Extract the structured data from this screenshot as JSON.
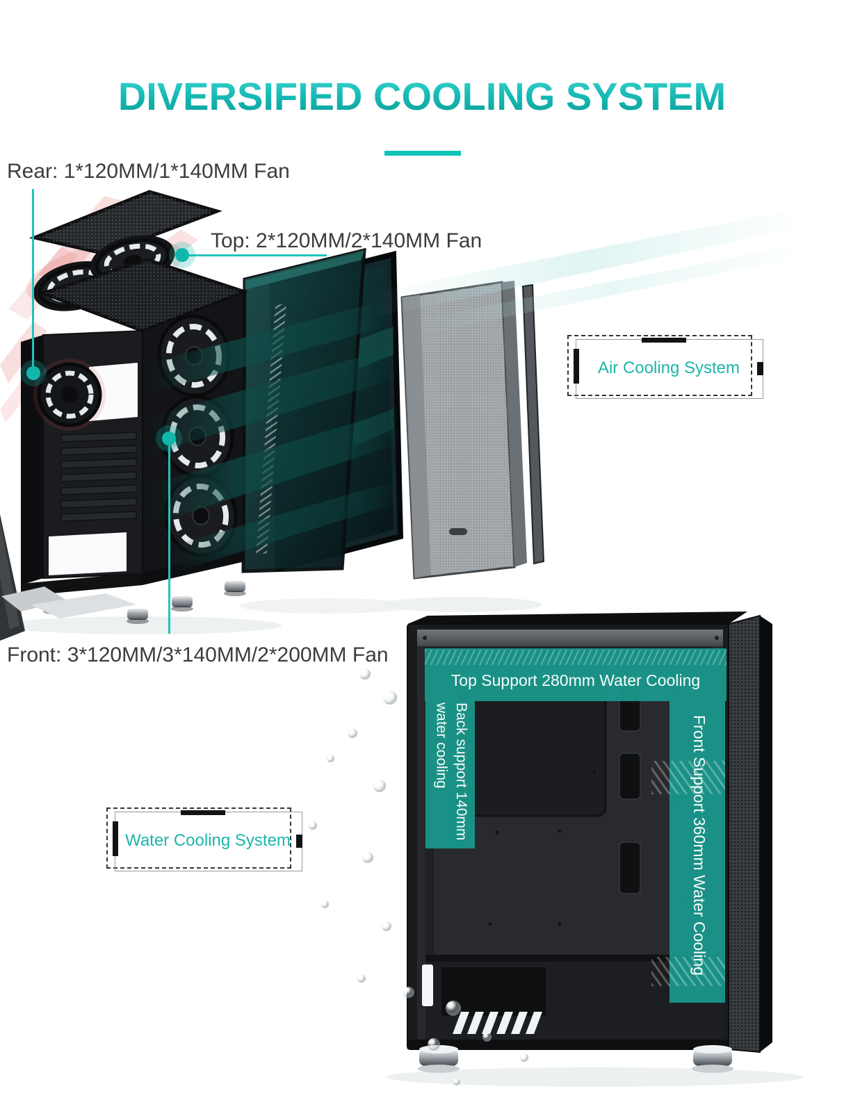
{
  "title": "DIVERSIFIED COOLING SYSTEM",
  "fan_labels": {
    "rear": "Rear: 1*120MM/1*140MM Fan",
    "top": "Top: 2*120MM/2*140MM Fan",
    "front": "Front: 3*120MM/3*140MM/2*200MM Fan"
  },
  "callouts": {
    "air": "Air Cooling System",
    "water": "Water Cooling System"
  },
  "overlays": {
    "top_support": "Top Support 280mm Water Cooling",
    "back_support_line1": "Back support 140mm",
    "back_support_line2": "water cooling",
    "front_support": "Front Support 360mm Water Cooling"
  },
  "colors": {
    "accent_teal": "#12b7ac",
    "title_gradient_top": "#44d6d2",
    "title_gradient_bottom": "#0b9d97",
    "overlay_teal": "#1a998d",
    "label_text": "#3a3c3d",
    "callout_text": "#1db5ab"
  }
}
